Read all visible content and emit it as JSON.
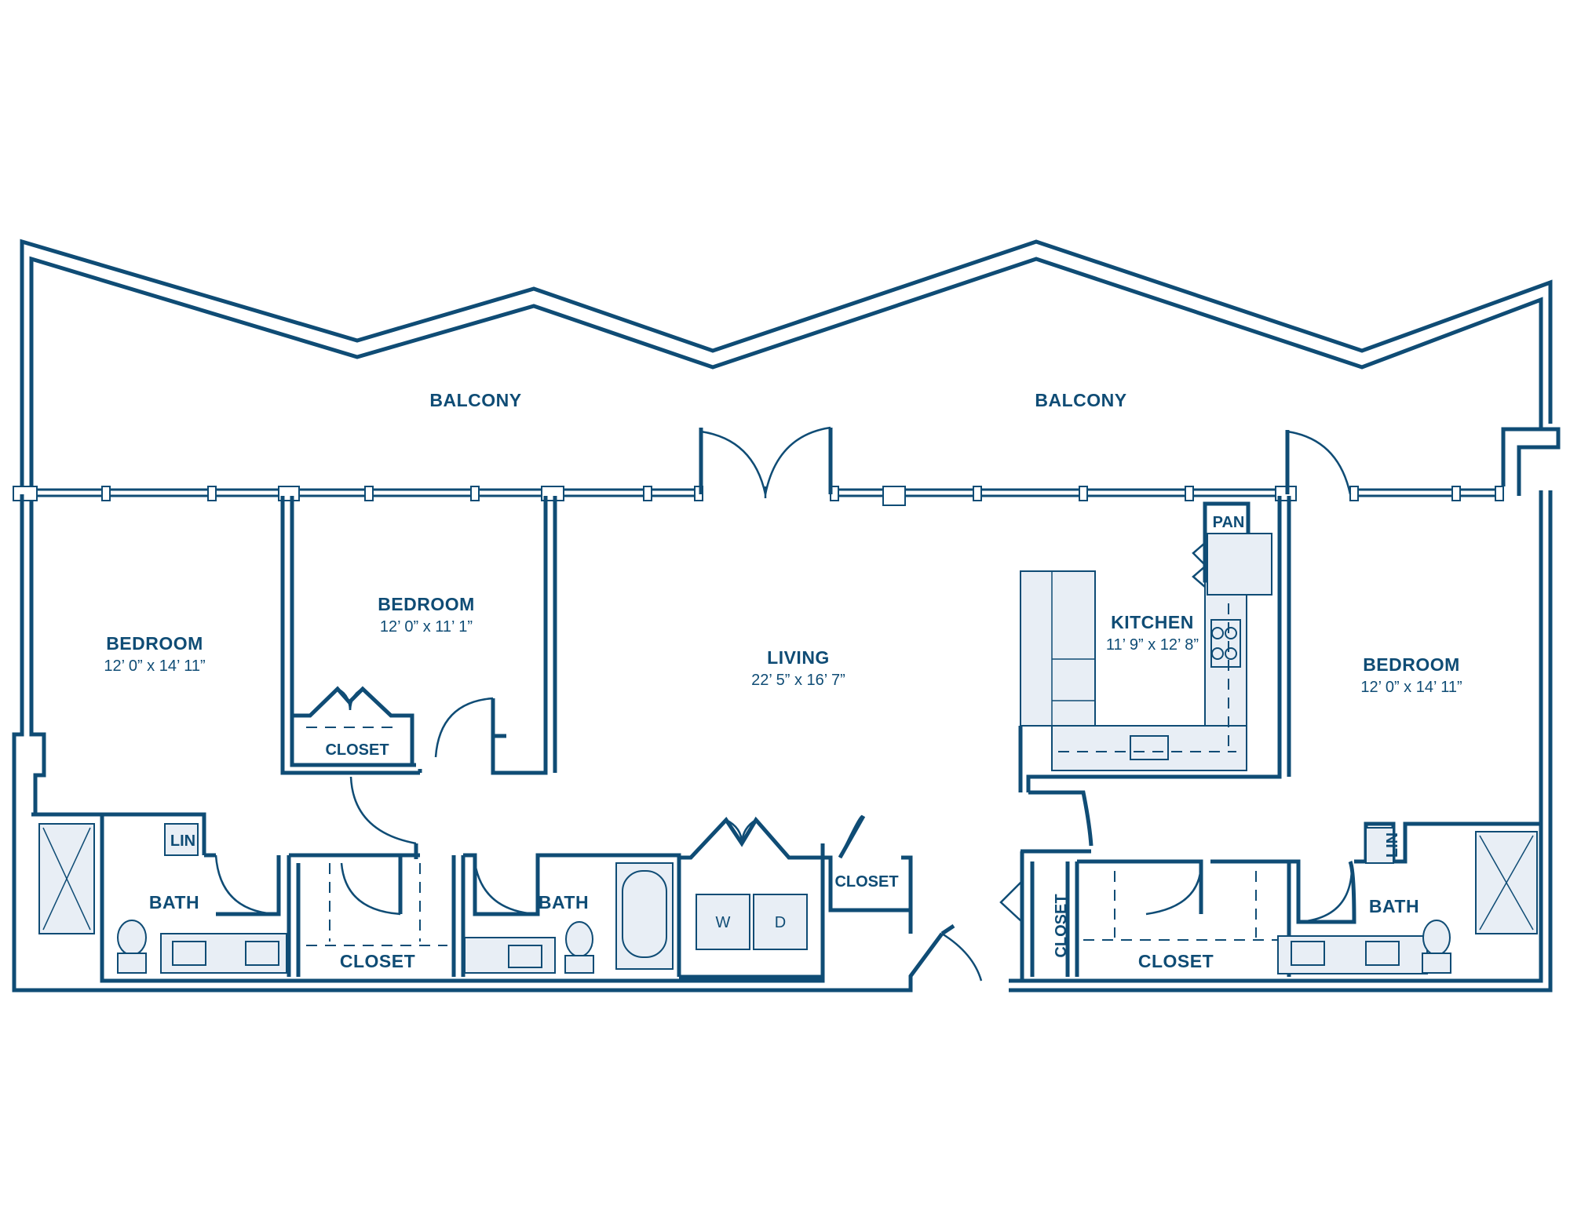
{
  "colors": {
    "wall": "#0f4c75",
    "fixture": "#e8eef5",
    "background": "#ffffff"
  },
  "rooms": {
    "balcony_left": {
      "label": "BALCONY"
    },
    "balcony_right": {
      "label": "BALCONY"
    },
    "bedroom_1": {
      "label": "BEDROOM",
      "dimensions": "12’ 0” x 14’ 11”"
    },
    "bedroom_2": {
      "label": "BEDROOM",
      "dimensions": "12’ 0” x 11’ 1”"
    },
    "living": {
      "label": "LIVING",
      "dimensions": "22’ 5” x 16’ 7”"
    },
    "kitchen": {
      "label": "KITCHEN",
      "dimensions": "11’ 9” x 12’ 8”"
    },
    "bedroom_3": {
      "label": "BEDROOM",
      "dimensions": "12’ 0” x 14’ 11”"
    },
    "pantry": {
      "label": "PAN"
    },
    "closet_bedroom_2": {
      "label": "CLOSET"
    },
    "linen_left": {
      "label": "LIN"
    },
    "linen_right": {
      "label": "LIN"
    },
    "bath_1": {
      "label": "BATH"
    },
    "bath_2": {
      "label": "BATH"
    },
    "bath_3": {
      "label": "BATH"
    },
    "closet_walk_1": {
      "label": "CLOSET"
    },
    "closet_hall": {
      "label": "CLOSET"
    },
    "closet_entry": {
      "label": "CLOSET"
    },
    "closet_walk_3": {
      "label": "CLOSET"
    }
  },
  "appliances": {
    "washer": "W",
    "dryer": "D"
  }
}
